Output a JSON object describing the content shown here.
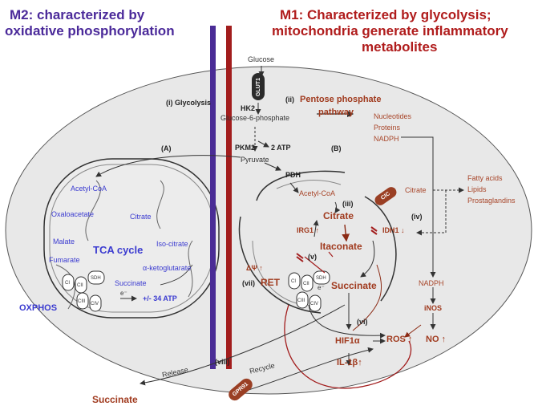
{
  "titles": {
    "m2_line1": "M2: characterized by",
    "m2_line2": "oxidative phosphorylation",
    "m1_line1": "M1: Characterized by glycolysis;",
    "m1_line2": "mitochondria generate inflammatory",
    "m1_line3": "metabolites"
  },
  "glycolysis": {
    "glucose": "Glucose",
    "glut1": "GLUT1",
    "label": "(i) Glycolysis",
    "hk2": "HK2",
    "g6p": "Glucose-6-phosphate",
    "pkm2": "PKM2",
    "atp": "2 ATP",
    "pyruvate": "Pyruvate"
  },
  "ppp": {
    "label": "(ii)",
    "title_line1": "Pentose phosphate",
    "title_line2": "pathway",
    "outputs": [
      "Nucleotides",
      "Proteins",
      "NADPH"
    ]
  },
  "m2_mito": {
    "label": "(A)",
    "acetyl_coa": "Acetyl-CoA",
    "oxaloacetate": "Oxaloacetate",
    "citrate": "Citrate",
    "iso_citrate": "Iso-citrate",
    "malate": "Malate",
    "tca": "TCA cycle",
    "fumarate": "Fumarate",
    "akg": "α-ketoglutarate",
    "succinate": "Succinate",
    "oxphos": "OXPHOS",
    "atp": "+/-  34 ATP",
    "complexes": [
      "CI",
      "CII",
      "SDH",
      "CIII",
      "CIV"
    ],
    "electron": "e⁻"
  },
  "m1_mito": {
    "label": "(B)",
    "pdh": "PDH",
    "acetyl_coa": "Acetyl-CoA",
    "iii": "(iii)",
    "cic": "CIC",
    "citrate": "Citrate",
    "irg1": "IRG1 ↑",
    "idh1": "IDH1 ↓",
    "itaconate": "Itaconate",
    "v": "(v)",
    "dpsi": "ΔΨ ↑",
    "vii": "(vii)",
    "ret": "RET",
    "succinate": "Succinate",
    "vi": "(vi)",
    "complexes": [
      "CI",
      "CII",
      "SDH",
      "CIII",
      "CIV"
    ],
    "electron": "e⁻"
  },
  "cytosol": {
    "citrate": "Citrate",
    "iv": "(iv)",
    "fatty_acids": [
      "Fatty acids",
      "Lipids",
      "Prostaglandins"
    ],
    "nadph": "NADPH",
    "inos": "iNOS",
    "no": "NO ↑",
    "ros": "ROS ↑",
    "hif": "HIF1α",
    "il1b": "IL-1β↑"
  },
  "extracellular": {
    "viii": "(viii)",
    "release": "Release",
    "recycle": "Recycle",
    "gpr91": "GPR91",
    "succinate": "Succinate"
  },
  "colors": {
    "m2_purple": "#4b2a9a",
    "m1_red": "#b01c1c",
    "membrane_purple": "#4a2c96",
    "membrane_red": "#a21d1d",
    "cell_fill": "#e9e9e9",
    "metabolite_blue": "#3b3bd0",
    "metabolite_brown": "#a8462a"
  }
}
